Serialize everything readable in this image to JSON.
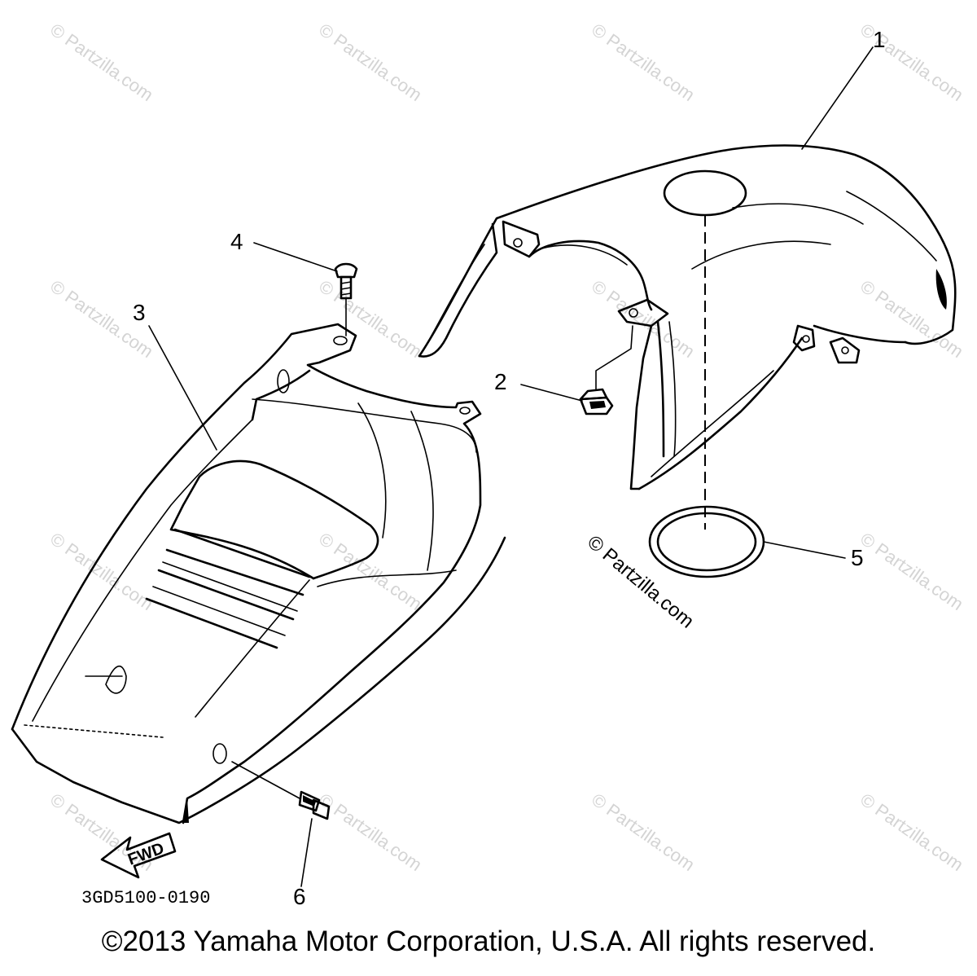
{
  "diagram": {
    "callouts": [
      {
        "id": "1",
        "label": "1"
      },
      {
        "id": "2",
        "label": "2"
      },
      {
        "id": "3",
        "label": "3"
      },
      {
        "id": "4",
        "label": "4"
      },
      {
        "id": "5",
        "label": "5"
      },
      {
        "id": "6",
        "label": "6"
      }
    ],
    "part_code": "3GD5100-0190",
    "direction_arrow": "FWD",
    "watermark": "© Partzilla.com",
    "colors": {
      "ink": "#000000",
      "watermark": "#d4d4d4",
      "background": "#ffffff"
    }
  },
  "footer": {
    "copyright": "©2013  Yamaha Motor Corporation, U.S.A. All rights reserved."
  }
}
